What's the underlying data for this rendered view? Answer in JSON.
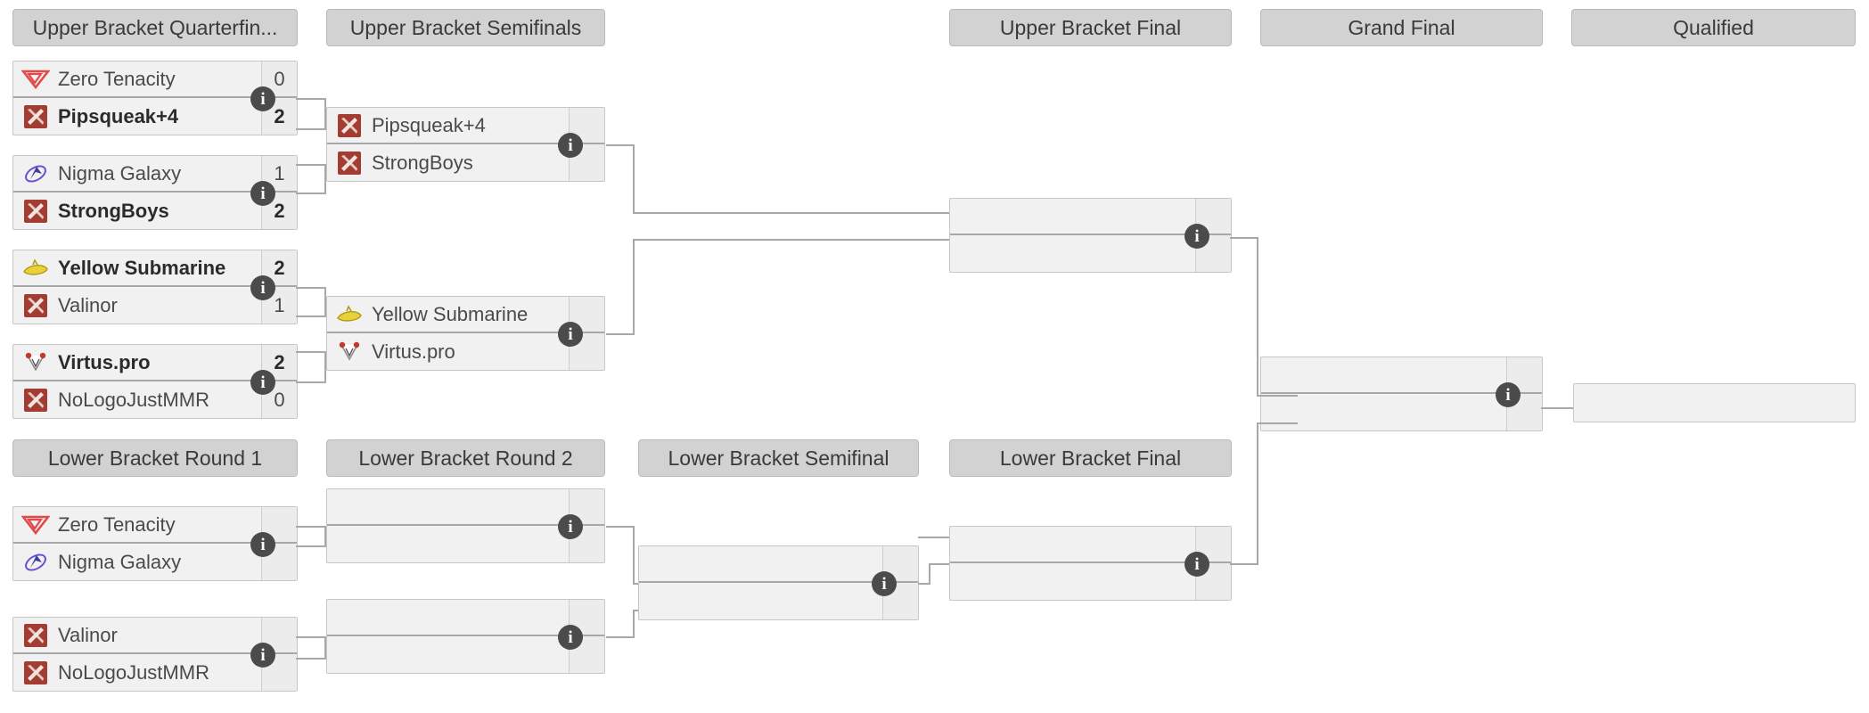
{
  "meta": {
    "info_glyph": "i",
    "colors": {
      "header_bg": "#d2d2d2",
      "match_bg": "#f1f1f1",
      "score_bg": "#ececec",
      "line": "#a8a8a8",
      "info_badge": "#4b4b4b"
    }
  },
  "headers": {
    "ubqf": "Upper Bracket Quarterfin...",
    "ubsf": "Upper Bracket Semifinals",
    "ubf": "Upper Bracket Final",
    "gf": "Grand Final",
    "qualified": "Qualified",
    "lbr1": "Lower Bracket Round 1",
    "lbr2": "Lower Bracket Round 2",
    "lbsf": "Lower Bracket Semifinal",
    "lbf": "Lower Bracket Final"
  },
  "matches": {
    "ubqf1": {
      "top": {
        "team": "Zero Tenacity",
        "score": "0",
        "logo": "zero-tenacity",
        "winner": false
      },
      "bottom": {
        "team": "Pipsqueak+4",
        "score": "2",
        "logo": "dota-default",
        "winner": true
      }
    },
    "ubqf2": {
      "top": {
        "team": "Nigma Galaxy",
        "score": "1",
        "logo": "nigma-galaxy",
        "winner": false
      },
      "bottom": {
        "team": "StrongBoys",
        "score": "2",
        "logo": "dota-default",
        "winner": true
      }
    },
    "ubqf3": {
      "top": {
        "team": "Yellow Submarine",
        "score": "2",
        "logo": "yellow-submarine",
        "winner": true
      },
      "bottom": {
        "team": "Valinor",
        "score": "1",
        "logo": "dota-default",
        "winner": false
      }
    },
    "ubqf4": {
      "top": {
        "team": "Virtus.pro",
        "score": "2",
        "logo": "virtus-pro",
        "winner": true
      },
      "bottom": {
        "team": "NoLogoJustMMR",
        "score": "0",
        "logo": "dota-default",
        "winner": false
      }
    },
    "ubsf1": {
      "top": {
        "team": "Pipsqueak+4",
        "score": "",
        "logo": "dota-default",
        "winner": false
      },
      "bottom": {
        "team": "StrongBoys",
        "score": "",
        "logo": "dota-default",
        "winner": false
      }
    },
    "ubsf2": {
      "top": {
        "team": "Yellow Submarine",
        "score": "",
        "logo": "yellow-submarine",
        "winner": false
      },
      "bottom": {
        "team": "Virtus.pro",
        "score": "",
        "logo": "virtus-pro",
        "winner": false
      }
    },
    "ubf": {
      "top": {
        "team": "",
        "score": "",
        "logo": "none",
        "winner": false
      },
      "bottom": {
        "team": "",
        "score": "",
        "logo": "none",
        "winner": false
      }
    },
    "gf": {
      "top": {
        "team": "",
        "score": "",
        "logo": "none",
        "winner": false
      },
      "bottom": {
        "team": "",
        "score": "",
        "logo": "none",
        "winner": false
      }
    },
    "qualified": {
      "slot": {
        "team": "",
        "logo": "none"
      }
    },
    "lbr1m1": {
      "top": {
        "team": "Zero Tenacity",
        "score": "",
        "logo": "zero-tenacity",
        "winner": false
      },
      "bottom": {
        "team": "Nigma Galaxy",
        "score": "",
        "logo": "nigma-galaxy",
        "winner": false
      }
    },
    "lbr1m2": {
      "top": {
        "team": "Valinor",
        "score": "",
        "logo": "dota-default",
        "winner": false
      },
      "bottom": {
        "team": "NoLogoJustMMR",
        "score": "",
        "logo": "dota-default",
        "winner": false
      }
    },
    "lbr2m1": {
      "top": {
        "team": "",
        "score": "",
        "logo": "none",
        "winner": false
      },
      "bottom": {
        "team": "",
        "score": "",
        "logo": "none",
        "winner": false
      }
    },
    "lbr2m2": {
      "top": {
        "team": "",
        "score": "",
        "logo": "none",
        "winner": false
      },
      "bottom": {
        "team": "",
        "score": "",
        "logo": "none",
        "winner": false
      }
    },
    "lbsf": {
      "top": {
        "team": "",
        "score": "",
        "logo": "none",
        "winner": false
      },
      "bottom": {
        "team": "",
        "score": "",
        "logo": "none",
        "winner": false
      }
    },
    "lbf": {
      "top": {
        "team": "",
        "score": "",
        "logo": "none",
        "winner": false
      },
      "bottom": {
        "team": "",
        "score": "",
        "logo": "none",
        "winner": false
      }
    }
  }
}
